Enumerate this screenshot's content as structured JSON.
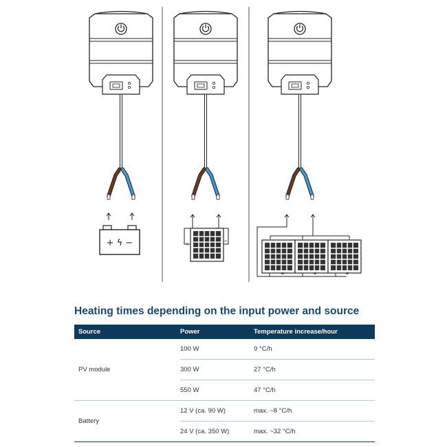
{
  "table_title": "Heating times depending on the input power and source",
  "table": {
    "headers": [
      "Source",
      "Power",
      "Temperature increase/hour"
    ],
    "groups": [
      {
        "source": "PV module",
        "rows": [
          {
            "power": "100 W",
            "temp": "9 °C/h"
          },
          {
            "power": "300 W",
            "temp": "27 °C/h"
          },
          {
            "power": "550 W",
            "temp": "47 °C/h"
          }
        ]
      },
      {
        "source": "Battery",
        "rows": [
          {
            "power": "12 V (ca. 90 W)",
            "temp": "max. ~8 °C/h"
          },
          {
            "power": "24 V (ca. 350 W)",
            "temp": "max. ~32 °C/h"
          }
        ]
      }
    ]
  },
  "diagram": {
    "battery_symbol": "+ ϟ −",
    "panel_plus": "+",
    "panel_minus": "−",
    "wire_colors": {
      "brown": "#6b3a1f",
      "blue": "#3d9ad6"
    },
    "icons": [
      "water-heater-icon",
      "battery-icon",
      "solar-panel-icon"
    ]
  }
}
